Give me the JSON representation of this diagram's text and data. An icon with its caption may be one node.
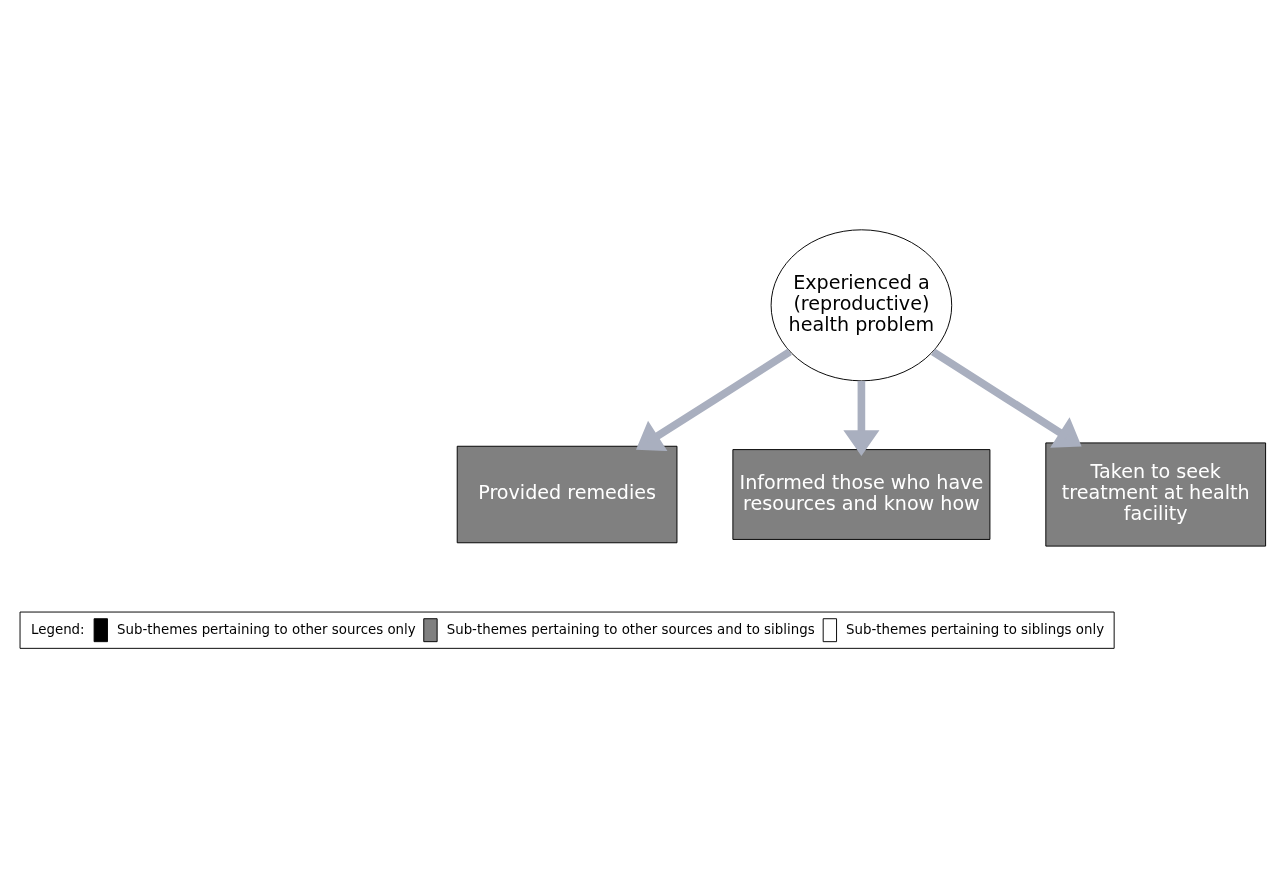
{
  "diagram": {
    "nodes": [
      {
        "text": [
          "Experienced a (reproductive) health problem"
        ]
      },
      {
        "text": [
          "Provided remedies"
        ]
      },
      {
        "text": [
          "Informed those who have resources and know how"
        ]
      },
      {
        "text": [
          "Taken to seek treatment at health facility"
        ]
      }
    ],
    "edges": [
      {
        "from": 0,
        "to": 1,
        "arrow": "to"
      },
      {
        "from": 0,
        "to": 2,
        "arrow": "to"
      },
      {
        "from": 0,
        "to": 3,
        "arrow": "to"
      }
    ],
    "labels": [
      "Legend:"
    ],
    "legend": [
      {
        "text": "Sub-themes pertaining to other sources only",
        "color": "#000000"
      },
      {
        "text": "Sub-themes pertaining to other sources and to siblings",
        "color": "#808080"
      },
      {
        "text": "Sub-themes pertaining to siblings only",
        "color": "#ffffff"
      }
    ]
  }
}
